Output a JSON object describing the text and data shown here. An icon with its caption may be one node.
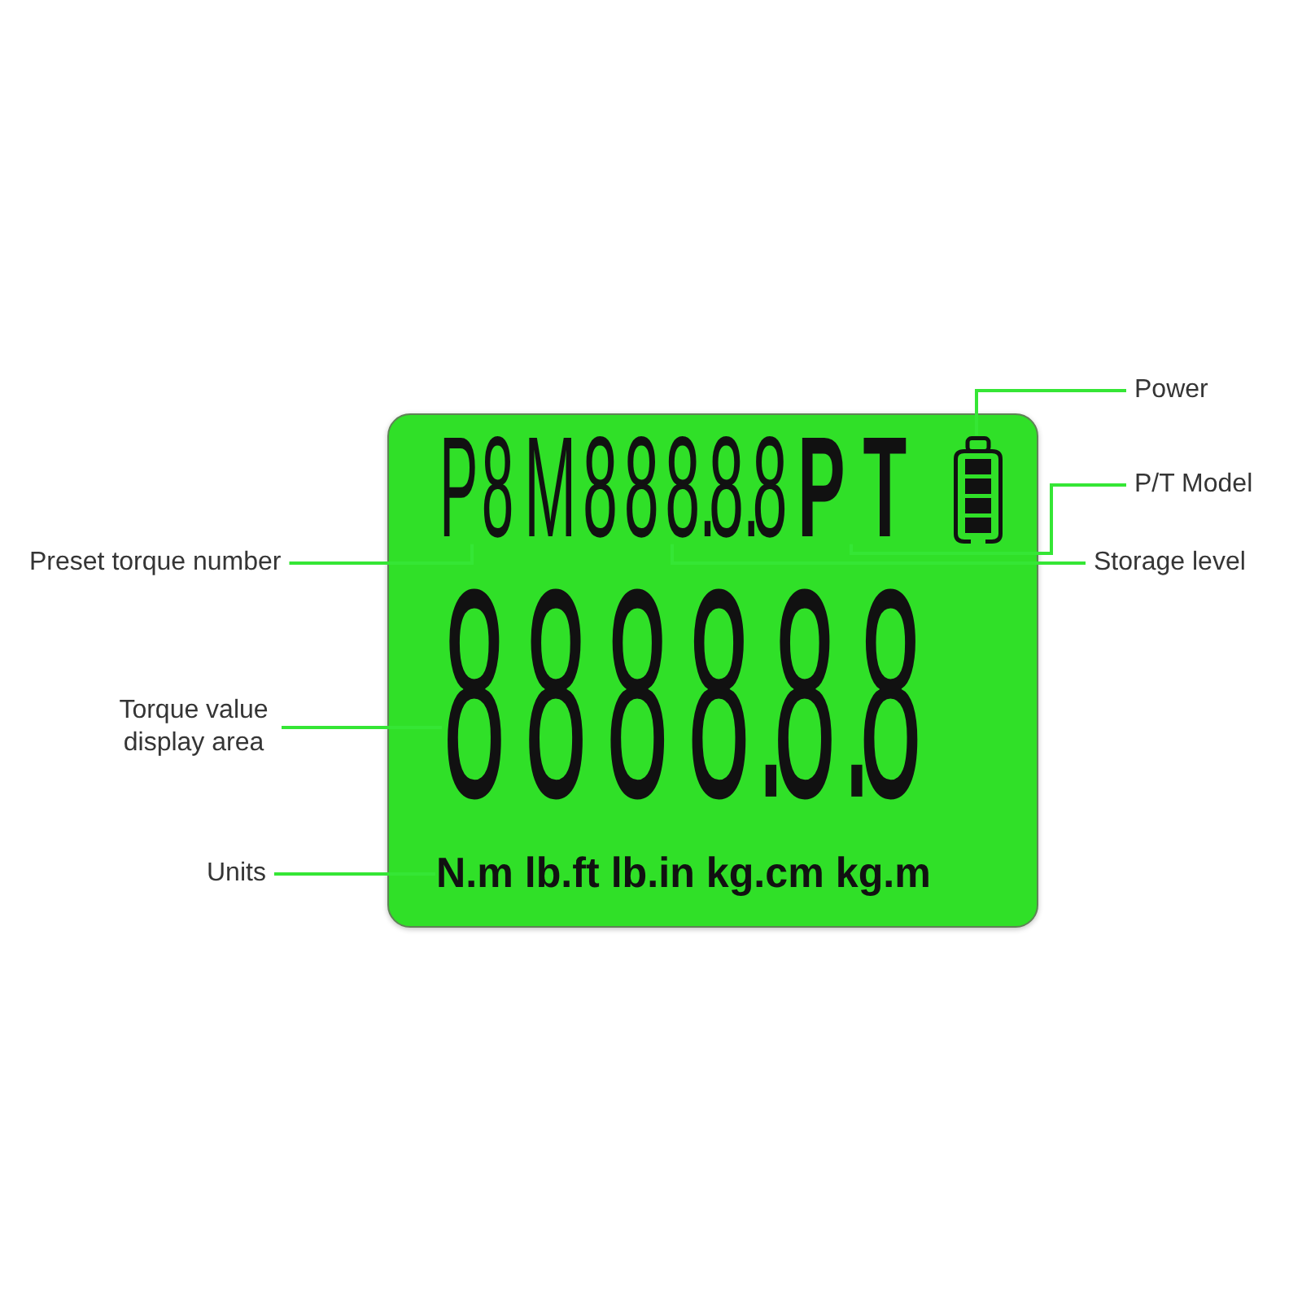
{
  "diagram": {
    "nodes": [
      {
        "text": [],
        "shape": "box"
      },
      {
        "text": [
          "P8"
        ],
        "in": 0
      },
      {
        "text": [
          "M888.8.8"
        ],
        "in": 0
      },
      {
        "text": [
          "PT"
        ],
        "in": 0
      },
      {
        "text": [],
        "shape": "battery",
        "in": 0
      },
      {
        "text": [
          "8888.8.8"
        ],
        "in": 0
      },
      {
        "text": [
          "N.m lb.ft lb.in kg.cm kg.m"
        ],
        "in": 0
      },
      {
        "text": [
          "Power"
        ]
      },
      {
        "text": [
          "P/T Model"
        ]
      },
      {
        "text": [
          "Preset torque number"
        ]
      },
      {
        "text": [
          "Storage level"
        ]
      },
      {
        "text": [
          "Torque value display area"
        ]
      },
      {
        "text": [
          "Units"
        ]
      }
    ],
    "edges": [
      {
        "from": 7,
        "to": 4,
        "arrow": "none"
      },
      {
        "from": 8,
        "to": 3,
        "arrow": "none"
      },
      {
        "from": 9,
        "to": 1,
        "arrow": "none"
      },
      {
        "from": 10,
        "to": 2,
        "arrow": "none"
      },
      {
        "from": 11,
        "to": 5,
        "arrow": "none"
      },
      {
        "from": 12,
        "to": 6,
        "arrow": "none"
      }
    ]
  }
}
